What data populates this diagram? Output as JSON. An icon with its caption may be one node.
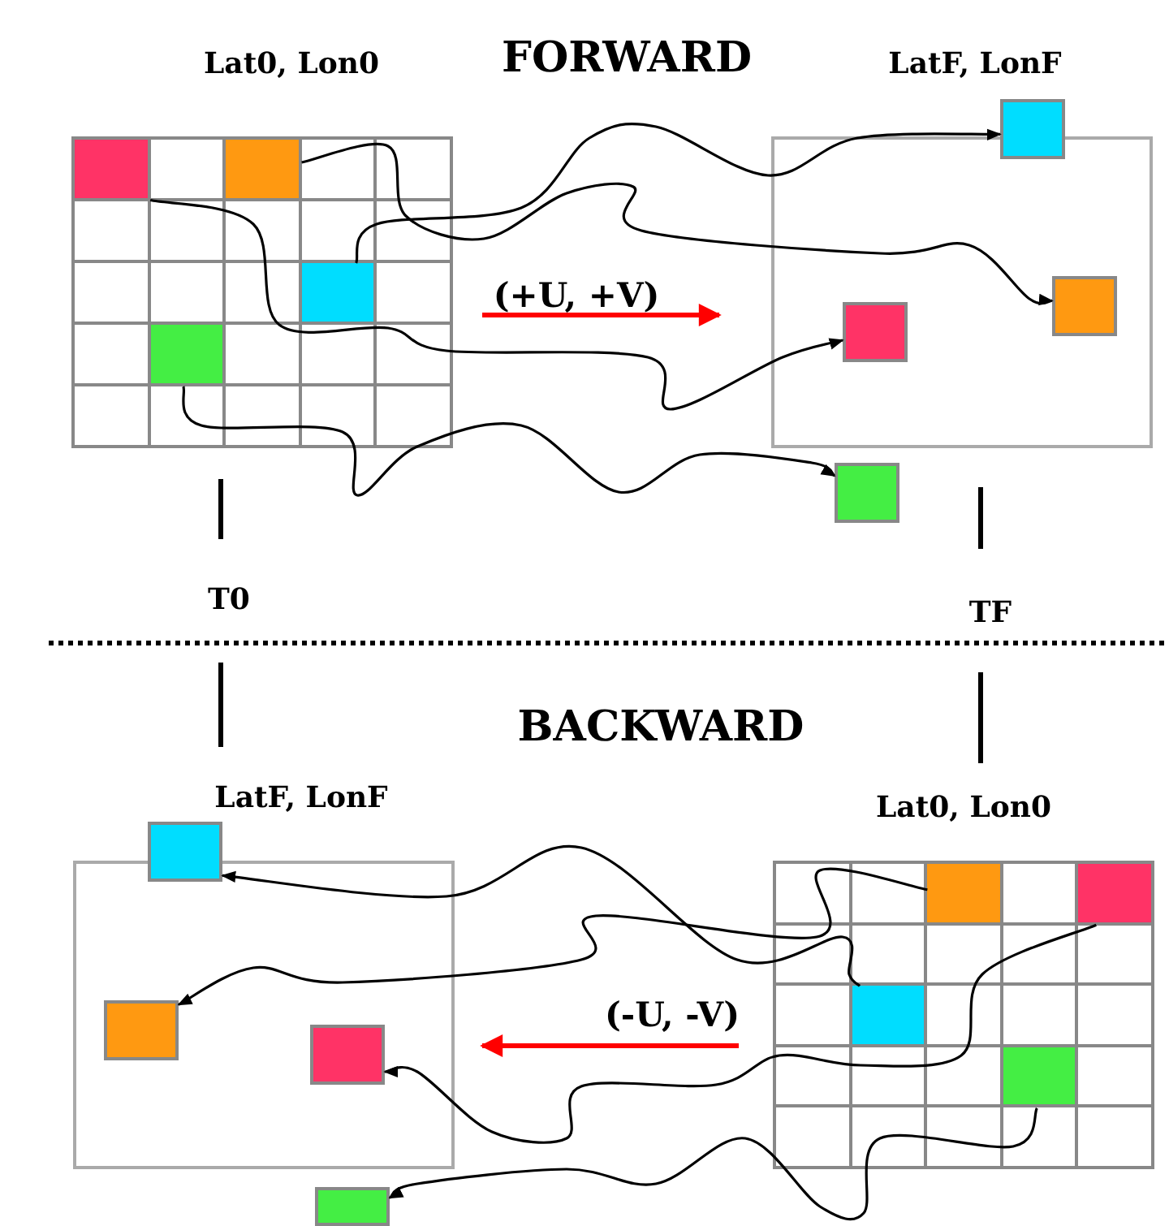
{
  "diagram": {
    "nodes": [
      {
        "text": [
          "Lat0, Lon0"
        ]
      },
      {
        "text": [],
        "shape": "box",
        "in": 0
      },
      {
        "text": [],
        "shape": "box",
        "in": 0
      },
      {
        "text": [],
        "shape": "box",
        "in": 0
      },
      {
        "text": [],
        "shape": "box",
        "in": 0
      },
      {
        "text": [
          "LatF, LonF"
        ]
      },
      {
        "text": [],
        "shape": "box"
      },
      {
        "text": [],
        "shape": "box",
        "in": 5
      },
      {
        "text": [],
        "shape": "box",
        "in": 5
      },
      {
        "text": [],
        "shape": "box"
      },
      {
        "text": [
          "LatF, LonF"
        ]
      },
      {
        "text": [],
        "shape": "box"
      },
      {
        "text": [],
        "shape": "box",
        "in": 10
      },
      {
        "text": [],
        "shape": "box",
        "in": 10
      },
      {
        "text": [],
        "shape": "box"
      },
      {
        "text": [
          "Lat0, Lon0"
        ]
      },
      {
        "text": [],
        "shape": "box",
        "in": 15
      },
      {
        "text": [],
        "shape": "box",
        "in": 15
      },
      {
        "text": [],
        "shape": "box",
        "in": 15
      },
      {
        "text": [],
        "shape": "box",
        "in": 15
      }
    ],
    "edges": [
      {
        "from": 1,
        "to": 7,
        "arrow": "to"
      },
      {
        "from": 2,
        "to": 8,
        "arrow": "to"
      },
      {
        "from": 3,
        "to": 6,
        "arrow": "to"
      },
      {
        "from": 4,
        "to": 9,
        "arrow": "to"
      },
      {
        "from": 18,
        "to": 11,
        "arrow": "to"
      },
      {
        "from": 16,
        "to": 12,
        "arrow": "to"
      },
      {
        "from": 17,
        "to": 13,
        "arrow": "to"
      },
      {
        "from": 19,
        "to": 14,
        "arrow": "to"
      }
    ],
    "labels": [
      "FORWARD",
      "(+U, +V)",
      "T0",
      "TF",
      "BACKWARD",
      "(-U, -V)"
    ]
  }
}
